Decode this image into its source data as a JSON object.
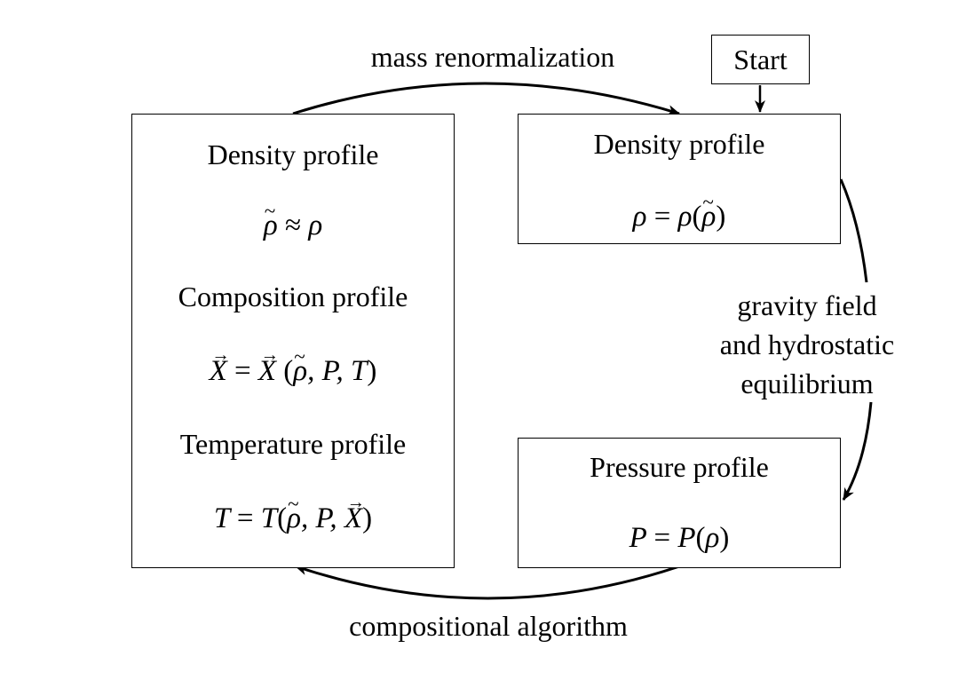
{
  "nodes": {
    "start": {
      "label": "Start"
    },
    "density_left": {
      "title": "Density profile",
      "formula": "ρ̃ ≈ ρ",
      "composition_title": "Composition profile",
      "composition_formula": "X⃗ = X⃗ (ρ̃, P, T)",
      "temperature_title": "Temperature profile",
      "temperature_formula": "T = T(ρ̃, P, X⃗)"
    },
    "density_right": {
      "title": "Density profile",
      "formula": "ρ = ρ(ρ̃)"
    },
    "pressure": {
      "title": "Pressure profile",
      "formula": "P = P(ρ)"
    }
  },
  "edges": {
    "top": {
      "label": "mass renormalization"
    },
    "right": {
      "label_line1": "gravity field",
      "label_line2": "and hydrostatic",
      "label_line3": "equilibrium"
    },
    "bottom": {
      "label": "compositional algorithm"
    }
  }
}
